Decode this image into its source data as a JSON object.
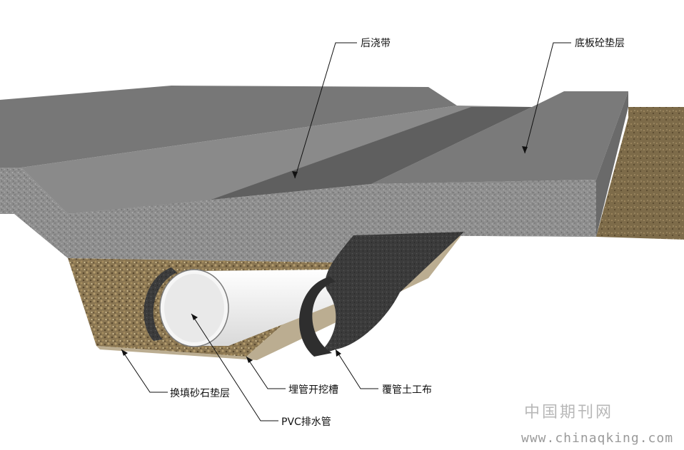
{
  "labels": {
    "post_pour_strip": "后浇带",
    "base_slab_cushion": "底板砼垫层",
    "gravel_cushion": "换填砂石垫层",
    "pipe_trench": "埋管开挖槽",
    "geotextile": "覆管土工布",
    "pvc_pipe": "PVC排水管"
  },
  "watermark": {
    "cn": "中国期刊网",
    "url": "www.chinaqking.com"
  },
  "colors": {
    "slab_top": "#767676",
    "concrete_face": "#8d8d8d",
    "strip_dark": "#5e5e5e",
    "gravel": "#8b7a58",
    "soil": "#7a6a4a",
    "geotextile": "#3a3a3a",
    "pipe": "#f4f4f4"
  }
}
